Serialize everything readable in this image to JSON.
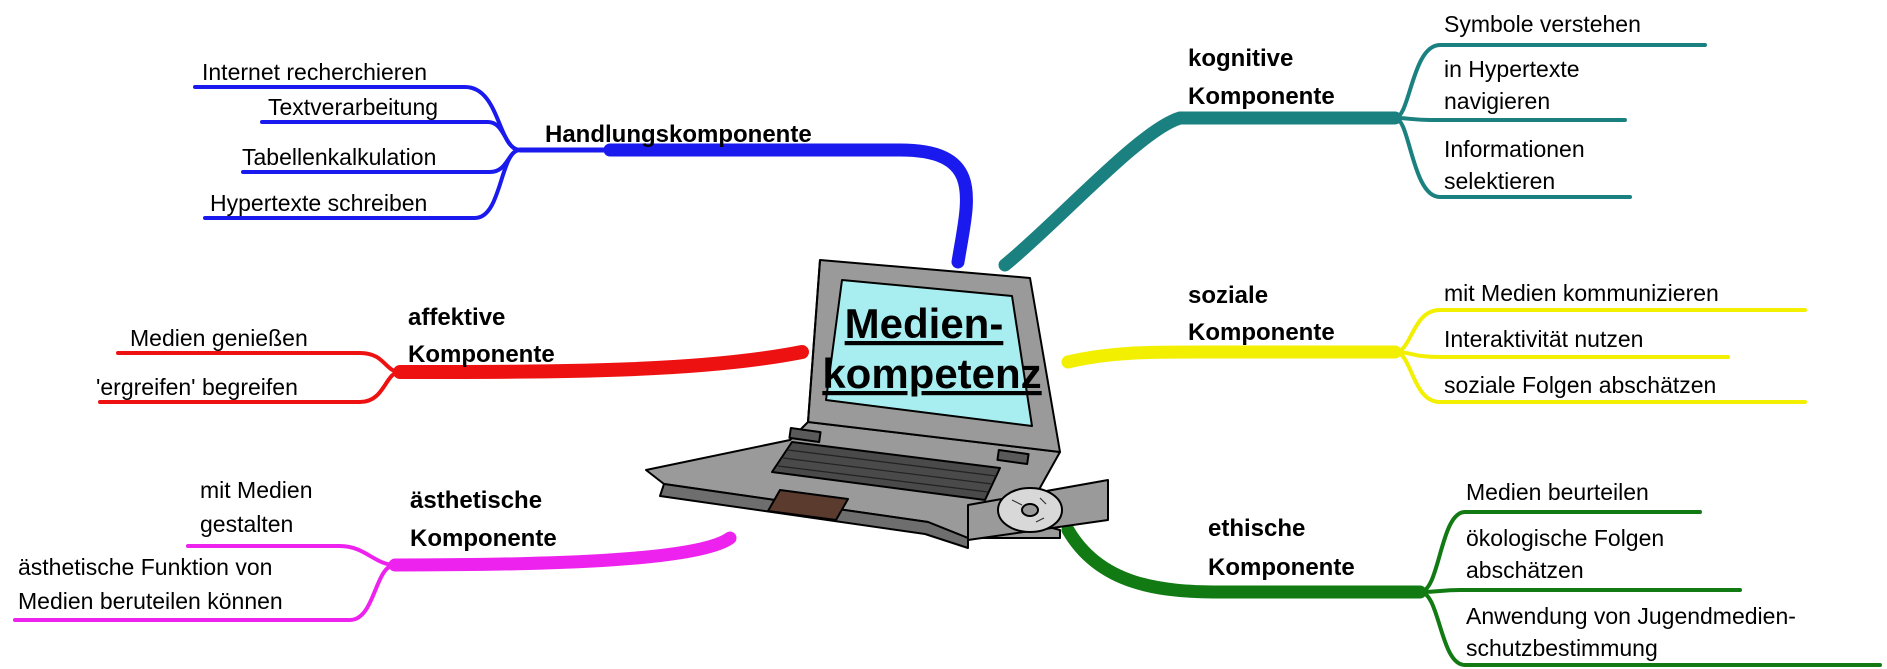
{
  "center": {
    "line1": "Medien-",
    "line2": "kompetenz"
  },
  "colors": {
    "handlung": "#1a1aee",
    "affektiv": "#ee1111",
    "aesthetisch": "#ee22ee",
    "kognitiv": "#1a8080",
    "sozial": "#f2f000",
    "ethisch": "#127a12"
  },
  "branches": {
    "handlung": {
      "title": "Handlungskomponente",
      "leaves": [
        "Internet recherchieren",
        "Textverarbeitung",
        "Tabellenkalkulation",
        "Hypertexte schreiben"
      ]
    },
    "affektiv": {
      "title1": "affektive",
      "title2": "Komponente",
      "leaves": [
        "Medien genießen",
        "'ergreifen' begreifen"
      ]
    },
    "aesthetisch": {
      "title1": "ästhetische",
      "title2": "Komponente",
      "leaf1a": "mit Medien",
      "leaf1b": "gestalten",
      "leaf2a": "ästhetische Funktion von",
      "leaf2b": "Medien beruteilen können"
    },
    "kognitiv": {
      "title1": "kognitive",
      "title2": "Komponente",
      "leaf1": "Symbole verstehen",
      "leaf2a": "in Hypertexte",
      "leaf2b": "navigieren",
      "leaf3a": "Informationen",
      "leaf3b": "selektieren"
    },
    "sozial": {
      "title1": "soziale",
      "title2": "Komponente",
      "leaves": [
        "mit Medien kommunizieren",
        "Interaktivität nutzen",
        "soziale Folgen abschätzen"
      ]
    },
    "ethisch": {
      "title1": "ethische",
      "title2": "Komponente",
      "leaf1": "Medien beurteilen",
      "leaf2a": "ökologische Folgen",
      "leaf2b": "abschätzen",
      "leaf3a": "Anwendung von Jugendmedien-",
      "leaf3b": "schutzbestimmung"
    }
  }
}
